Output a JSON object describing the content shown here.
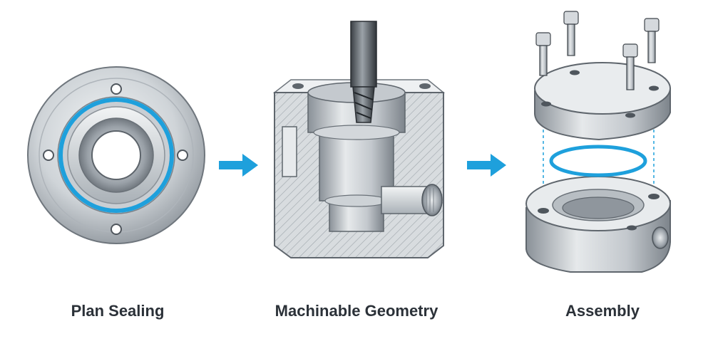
{
  "steps": [
    {
      "label": "Plan Sealing",
      "icon": "flange-plate-with-oring-icon"
    },
    {
      "label": "Machinable Geometry",
      "icon": "machined-housing-cutaway-icon"
    },
    {
      "label": "Assembly",
      "icon": "exploded-assembly-icon"
    }
  ],
  "colors": {
    "seal_blue": "#1ea0dc",
    "arrow_blue": "#1ea0dc",
    "metal_light": "#e4e7ea",
    "metal_mid": "#b7bdc3",
    "metal_dark": "#6d747b",
    "text": "#2b3138"
  }
}
